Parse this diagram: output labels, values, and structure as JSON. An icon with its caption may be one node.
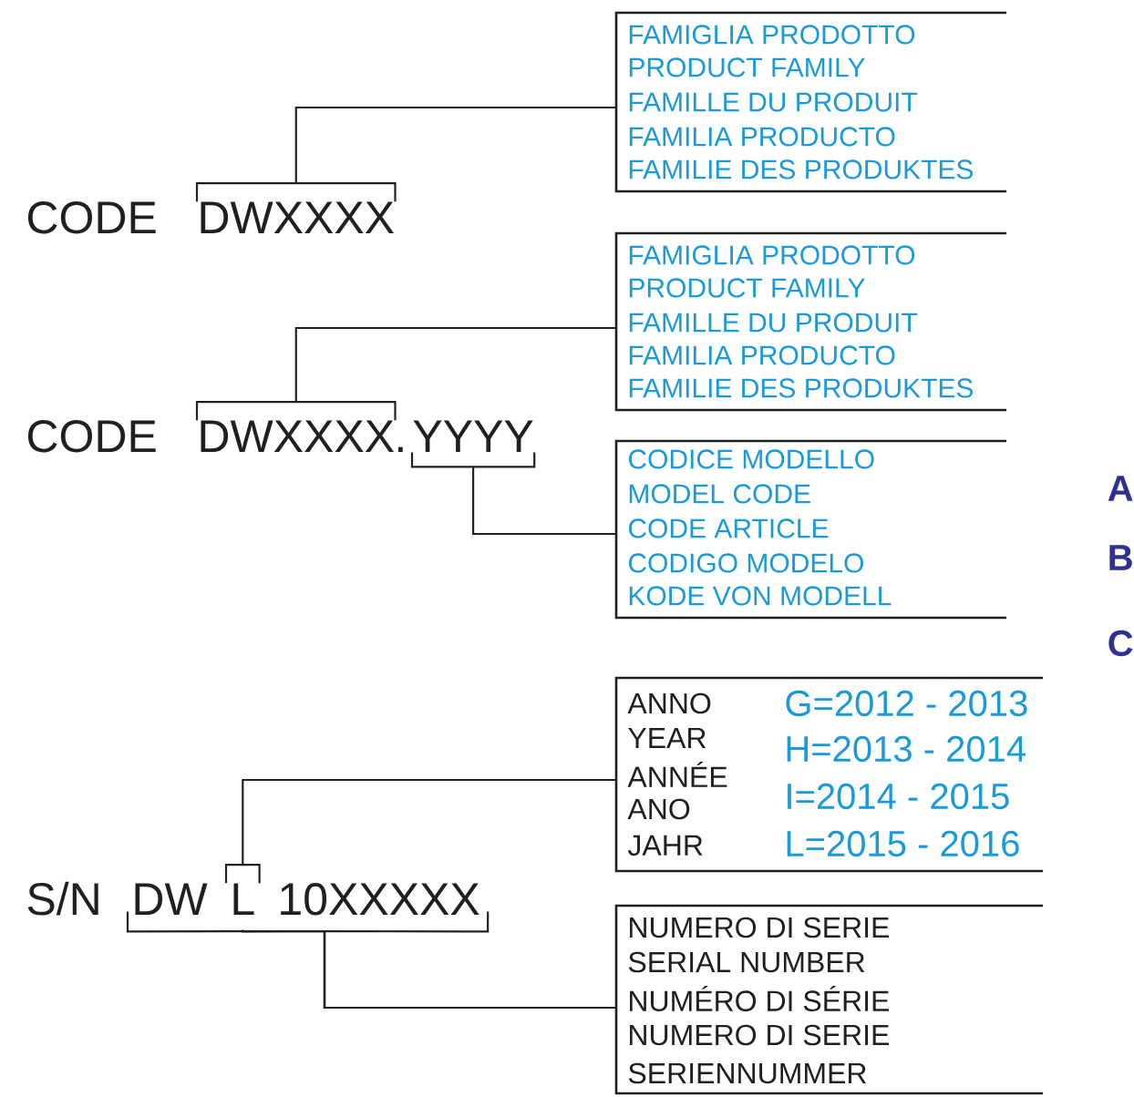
{
  "diagram": {
    "nodes": [
      {
        "text": [
          "DWXXXX"
        ]
      },
      {
        "text": [
          "FAMIGLIA PRODOTTO",
          "PRODUCT FAMILY",
          "FAMILLE DU PRODUIT",
          "FAMILIA PRODUCTO",
          "FAMILIE DES PRODUKTES"
        ]
      },
      {
        "text": [
          "DWXXXX"
        ]
      },
      {
        "text": [
          "YYYY"
        ]
      },
      {
        "text": [
          "FAMIGLIA PRODOTTO",
          "PRODUCT FAMILY",
          "FAMILLE DU PRODUIT",
          "FAMILIA PRODUCTO",
          "FAMILIE DES PRODUKTES"
        ]
      },
      {
        "text": [
          "CODICE MODELLO",
          "MODEL CODE",
          "CODE ARTICLE",
          "CODIGO MODELO",
          "KODE VON MODELL"
        ]
      },
      {
        "text": [
          "DW"
        ]
      },
      {
        "text": [
          "L"
        ]
      },
      {
        "text": [
          "10XXXXX"
        ]
      },
      {
        "text": [
          "ANNO",
          "YEAR",
          "ANNÉE",
          "ANO",
          "JAHR",
          "G=2012 - 2013",
          "H=2013 - 2014",
          "I=2014 - 2015",
          "L=2015 - 2016"
        ]
      },
      {
        "text": [
          "NUMERO DI SERIE",
          "SERIAL NUMBER",
          "NUMÉRO DI SÉRIE",
          "NUMERO DI SERIE",
          "SERIENNUMMER"
        ]
      }
    ],
    "edges": [
      {
        "from": 0,
        "to": 1,
        "arrow": "none"
      },
      {
        "from": 2,
        "to": 4,
        "arrow": "none"
      },
      {
        "from": 3,
        "to": 5,
        "arrow": "none"
      },
      {
        "from": 7,
        "to": 9,
        "arrow": "none"
      },
      {
        "from": 6,
        "to": 10,
        "arrow": "none"
      },
      {
        "from": 7,
        "to": 10,
        "arrow": "none"
      },
      {
        "from": 8,
        "to": 10,
        "arrow": "none"
      }
    ],
    "labels": [
      "CODE",
      "CODE",
      ".",
      "S/N",
      "A",
      "B",
      "C"
    ]
  }
}
